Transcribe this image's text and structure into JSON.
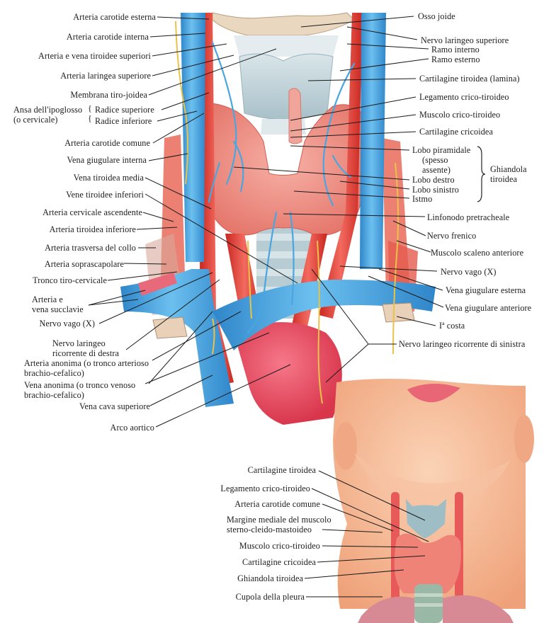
{
  "figure": {
    "title": "Ghiandola tiroidea e strutture del collo",
    "colors": {
      "artery": "#e8453c",
      "vein": "#4aa6e0",
      "thyroid": "#ef8f86",
      "cartilage": "#b9cfd6",
      "nerve": "#e8c24a",
      "skin": "#f3b48e",
      "bone": "#e8d2b8"
    }
  },
  "left_labels": [
    {
      "id": "arteria-carotide-esterna",
      "text": "Arteria carotide esterna"
    },
    {
      "id": "arteria-carotide-interna",
      "text": "Arteria carotide interna"
    },
    {
      "id": "arteria-vena-tiroidee-superiori",
      "text": "Arteria e vena tiroidee superiori"
    },
    {
      "id": "arteria-laringea-superiore",
      "text": "Arteria laringea superiore"
    },
    {
      "id": "membrana-tiro-joidea",
      "text": "Membrana tiro-joidea"
    },
    {
      "id": "ansa-ipoglosso",
      "text": "Ansa dell'ipoglosso",
      "text2": "(o cervicale)"
    },
    {
      "id": "radice-superiore",
      "text": "Radice superiore"
    },
    {
      "id": "radice-inferiore",
      "text": "Radice inferiore"
    },
    {
      "id": "arteria-carotide-comune",
      "text": "Arteria carotide comune"
    },
    {
      "id": "vena-giugulare-interna",
      "text": "Vena giugulare interna"
    },
    {
      "id": "vena-tiroidea-media",
      "text": "Vena tiroidea media"
    },
    {
      "id": "vene-tiroidee-inferiori",
      "text": "Vene tiroidee inferiori"
    },
    {
      "id": "arteria-cervicale-ascendente",
      "text": "Arteria cervicale ascendente"
    },
    {
      "id": "arteria-tiroidea-inferiore",
      "text": "Arteria tiroidea inferiore"
    },
    {
      "id": "arteria-trasversa-collo",
      "text": "Arteria trasversa del collo"
    },
    {
      "id": "arteria-soprascapolare",
      "text": "Arteria soprascapolare"
    },
    {
      "id": "tronco-tiro-cervicale",
      "text": "Tronco tiro-cervicale"
    },
    {
      "id": "arteria-vena-succlavie",
      "text": "Arteria e",
      "text2": "vena succlavie"
    },
    {
      "id": "nervo-vago-dx",
      "text": "Nervo vago (X)"
    },
    {
      "id": "nervo-laringeo-ricorrente-destra",
      "text": "Nervo laringeo",
      "text2": "ricorrente di destra"
    },
    {
      "id": "arteria-anonima",
      "text": "Arteria anonima (o tronco arterioso",
      "text2": "brachio-cefalico)"
    },
    {
      "id": "vena-anonima",
      "text": "Vena anonima (o tronco venoso",
      "text2": "brachio-cefalico)"
    },
    {
      "id": "vena-cava-superiore",
      "text": "Vena cava superiore"
    },
    {
      "id": "arco-aortico",
      "text": "Arco aortico"
    }
  ],
  "right_labels": [
    {
      "id": "osso-joide",
      "text": "Osso joide"
    },
    {
      "id": "nervo-laringeo-superiore",
      "text": "Nervo laringeo superiore"
    },
    {
      "id": "ramo-interno",
      "text": "Ramo interno"
    },
    {
      "id": "ramo-esterno",
      "text": "Ramo esterno"
    },
    {
      "id": "cartilagine-tiroidea-lamina",
      "text": "Cartilagine tiroidea (lamina)"
    },
    {
      "id": "legamento-crico-tiroideo",
      "text": "Legamento crico-tiroideo"
    },
    {
      "id": "muscolo-crico-tiroideo",
      "text": "Muscolo crico-tiroideo"
    },
    {
      "id": "cartilagine-cricoidea",
      "text": "Cartilagine cricoidea"
    },
    {
      "id": "lobo-piramidale",
      "text": "Lobo piramidale",
      "text2": "(spesso",
      "text3": "assente)"
    },
    {
      "id": "lobo-destro",
      "text": "Lobo destro"
    },
    {
      "id": "lobo-sinistro",
      "text": "Lobo sinistro"
    },
    {
      "id": "istmo",
      "text": "Istmo"
    },
    {
      "id": "ghiandola-tiroidea-group",
      "text": "Ghiandola",
      "text2": "tiroidea"
    },
    {
      "id": "linfonodo-pretracheale",
      "text": "Linfonodo pretracheale"
    },
    {
      "id": "nervo-frenico",
      "text": "Nervo frenico"
    },
    {
      "id": "muscolo-scaleno-anteriore",
      "text": "Muscolo scaleno anteriore"
    },
    {
      "id": "nervo-vago-sx",
      "text": "Nervo vago (X)"
    },
    {
      "id": "vena-giugulare-esterna",
      "text": "Vena giugulare esterna"
    },
    {
      "id": "vena-giugulare-anteriore",
      "text": "Vena giugulare anteriore"
    },
    {
      "id": "prima-costa",
      "text": "Iª costa"
    },
    {
      "id": "nervo-laringeo-ricorrente-sinistra",
      "text": "Nervo laringeo ricorrente di sinistra"
    }
  ],
  "inset_labels": [
    {
      "id": "inset-cartilagine-tiroidea",
      "text": "Cartilagine tiroidea"
    },
    {
      "id": "inset-legamento-crico-tiroideo",
      "text": "Legamento crico-tiroideo"
    },
    {
      "id": "inset-arteria-carotide-comune",
      "text": "Arteria carotide comune"
    },
    {
      "id": "inset-margine-mediale",
      "text": "Margine mediale del muscolo",
      "text2": "sterno-cleido-mastoideo"
    },
    {
      "id": "inset-muscolo-crico-tiroideo",
      "text": "Muscolo crico-tiroideo"
    },
    {
      "id": "inset-cartilagine-cricoidea",
      "text": "Cartilagine cricoidea"
    },
    {
      "id": "inset-ghiandola-tiroidea",
      "text": "Ghiandola tiroidea"
    },
    {
      "id": "inset-cupola-pleura",
      "text": "Cupola della pleura"
    }
  ]
}
